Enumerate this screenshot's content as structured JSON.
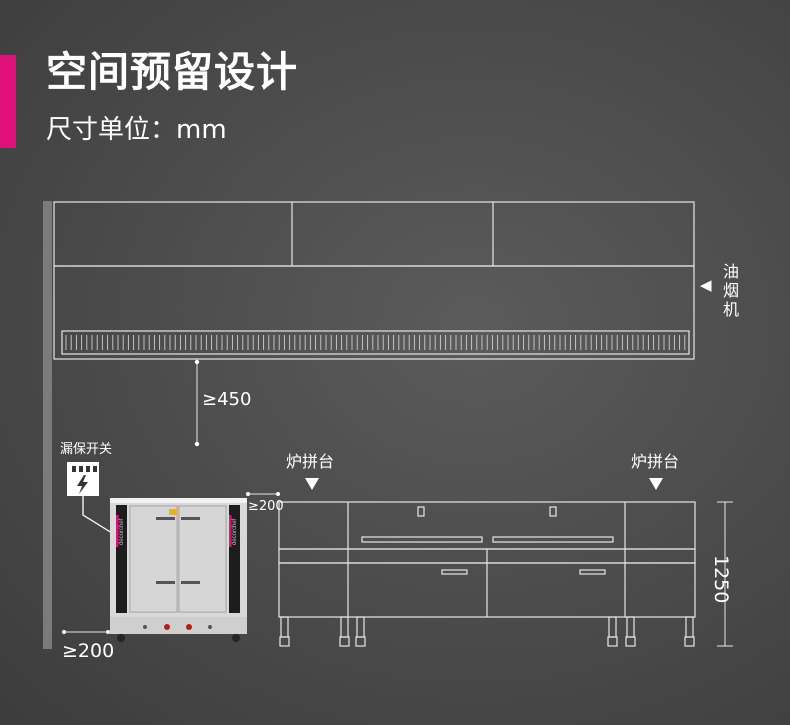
{
  "header": {
    "title": "空间预留设计",
    "subtitle": "尺寸单位：mm",
    "accent_color": "#e0117a"
  },
  "diagram": {
    "hood_label": "油烟机",
    "hood_arrow": "◀",
    "clearance_above": "≥450",
    "switch_label": "漏保开关",
    "side_gap": "≥200",
    "floor_gap": "≥200",
    "stove_label_left": "炉拼台",
    "stove_label_right": "炉拼台",
    "height_dim": "1250",
    "steamer_brand": "decorchef"
  }
}
